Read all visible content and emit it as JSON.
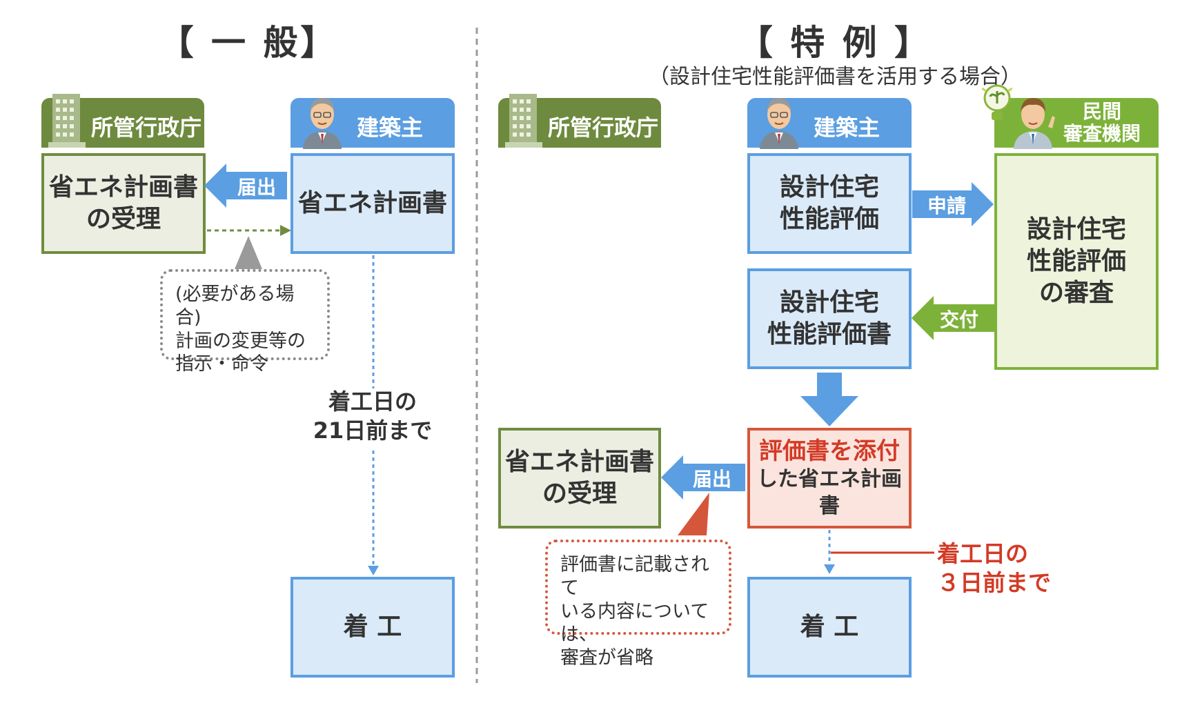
{
  "general": {
    "title": "【 一 般】",
    "gov_label": "所管行政庁",
    "owner_label": "建築主",
    "gov_box": "省エネ計画書\nの受理",
    "owner_box": "省エネ計画書",
    "arrow_label": "届出",
    "note": "(必要がある場合)\n計画の変更等の\n指示・命令",
    "deadline": "着工日の\n21日前まで",
    "start": "着 工"
  },
  "special": {
    "title": "【 特 例 】",
    "subtitle": "（設計住宅性能評価書を活用する場合）",
    "gov_label": "所管行政庁",
    "owner_label": "建築主",
    "priv_label": "民間\n審査機関",
    "box_eval": "設計住宅\n性能評価",
    "arrow_apply": "申請",
    "box_review": "設計住宅\n性能評価\nの審査",
    "box_eval_doc": "設計住宅\n性能評価書",
    "arrow_issue": "交付",
    "box_attached_red": "評価書を添付",
    "box_attached_rest": "した省エネ計画書",
    "arrow_submit": "届出",
    "gov_box": "省エネ計画書\nの受理",
    "note": "評価書に記載されて\nいる内容については、\n審査が省略",
    "deadline": "着工日の\n３日前まで",
    "start": "着 工"
  },
  "colors": {
    "gov": "#6e8a3e",
    "owner": "#5b9ee1",
    "private": "#7db23a",
    "accent_red": "#d5573b"
  }
}
